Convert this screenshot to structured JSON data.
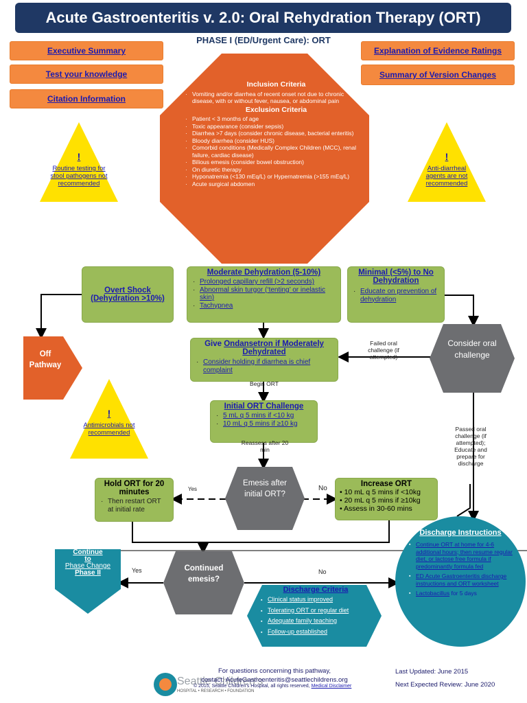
{
  "title": "Acute Gastroenteritis v. 2.0: Oral Rehydration Therapy (ORT)",
  "phase_title": "PHASE I (ED/Urgent Care): ORT",
  "left_links": [
    "Executive Summary",
    "Test your knowledge",
    "Citation Information"
  ],
  "right_links": [
    "Explanation of Evidence Ratings",
    "Summary of Version Changes"
  ],
  "warnings": {
    "stool": {
      "bang": "!",
      "text": "Routine testing for stool pathogens not recommended"
    },
    "antidiarrheal": {
      "bang": "!",
      "text_a": "Anti-diarrheal agents are ",
      "text_b": "not recommended"
    },
    "antimicrobial": {
      "bang": "!",
      "text": "Antimicrobials not recommended"
    }
  },
  "inclusion": {
    "heading": "Inclusion Criteria",
    "items": [
      "Vomiting and/or diarrhea of recent onset not due to chronic disease, with or without fever, nausea, or abdominal pain"
    ],
    "exclusion_heading": "Exclusion Criteria",
    "exclusions": [
      "Patient < 3 months of age",
      "Toxic appearance (consider sepsis)",
      "Diarrhea >7 days (consider chronic disease, bacterial enteritis)",
      "Bloody diarrhea (consider HUS)",
      "Comorbid conditions (Medically Complex Children (MCC), renal failure, cardiac disease)",
      "Bilious emesis (consider bowel obstruction)",
      "On diuretic therapy",
      "Hyponatremia (<130 mEq/L) or Hypernatremia (>155 mEq/L)",
      "Acute surgical abdomen"
    ]
  },
  "overt_shock": {
    "line1": "Overt Shock",
    "line2": "(Dehydration >10%)"
  },
  "moderate": {
    "heading": "Moderate Dehydration (5-10%)",
    "items": [
      "Prolonged capillary refill (>2 seconds)",
      "Abnormal skin turgor (‘tenting’ or inelastic skin)",
      "Tachypnea"
    ]
  },
  "minimal": {
    "heading": "Minimal (<5%) to No Dehydration",
    "items": [
      "Educate on prevention of dehydration"
    ]
  },
  "off_pathway": "Off Pathway",
  "ondansetron": {
    "heading_a": "Give ",
    "heading_link": "Ondansetron",
    "heading_b": " if Moderately Dehydrated",
    "items": [
      "Consider holding if diarrhea is chief complaint"
    ]
  },
  "consider_oral": "Consider oral challenge",
  "failed_oral": "Failed oral challenge (if attempted)",
  "begin_ort": "Begin ORT",
  "initial_ort": {
    "heading": "Initial ORT Challenge",
    "items": [
      "5 mL q 5 mins if <10 kg",
      "10 mL q 5 mins if ≥10 kg"
    ]
  },
  "reassess": "Reassess after 20 min",
  "passed_oral": "Passed oral challenge (if attempted); Educate and prepare for discharge",
  "emesis_after": "Emesis after initial ORT?",
  "yes": "Yes",
  "no": "No",
  "hold_ort": {
    "heading": "Hold ORT for 20 minutes",
    "items": [
      "Then restart ORT at initial rate"
    ]
  },
  "increase_ort": {
    "heading": "Increase ORT",
    "items": [
      "10 mL q 5 mins if <10kg",
      "20 mL q 5 mins if ≥10kg",
      "Assess in 30-60 mins"
    ]
  },
  "continue_phase2": {
    "line1": "Continue",
    "line2": "to",
    "line3": "Phase Change",
    "line4": "Phase II"
  },
  "continued_emesis": "Continued emesis?",
  "discharge_criteria": {
    "heading": "Discharge Criteria",
    "items": [
      "Clinical status improved",
      "Tolerating ORT or regular diet",
      "Adequate family teaching",
      "Follow-up established"
    ]
  },
  "discharge_instructions": {
    "heading": "Discharge Instructions",
    "item1": "Continue ORT at home for 4-6 additional hours; then resume regular diet, or lactose free formula if predominantly formula fed",
    "item2": "ED Acute Gastroenteritis discharge instructions and ORT worksheet",
    "item3_link": "Lactobacillus",
    "item3_rest": " for 5 days"
  },
  "footer": {
    "questions": "For questions concerning this pathway,",
    "contact": "contact: AcuteGastroenteritis@seattlechildrens.org",
    "copyright": "© 2015, Seattle Children’s Hospital, all rights reserved,",
    "disclaimer": "Medical Disclaimer",
    "logo_name": "Seattle Children’s",
    "logo_tag": "HOSPITAL • RESEARCH • FOUNDATION",
    "last_updated": "Last Updated: June 2015",
    "next_review": "Next Expected Review: June 2020"
  },
  "colors": {
    "navy": "#1f3864",
    "orange": "#f4893f",
    "octagon": "#e2612a",
    "green": "#9bbb59",
    "gray": "#6d6e71",
    "teal": "#1a8ca1",
    "yellow": "#ffe100"
  }
}
